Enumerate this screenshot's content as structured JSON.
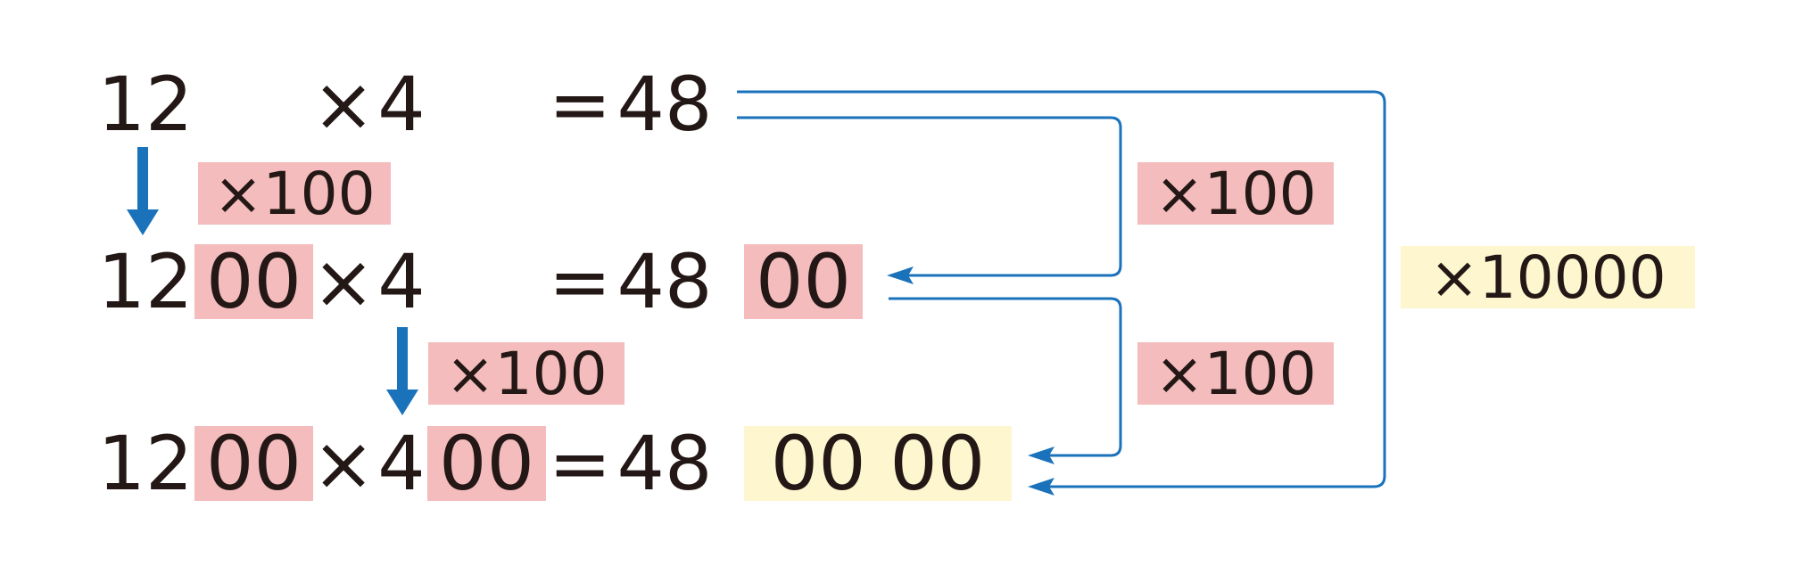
{
  "colors": {
    "arrow": "#1a72bb",
    "pink_highlight": "#f4bcbc",
    "yellow_highlight": "#fdf6cf",
    "text": "#231815"
  },
  "row1": {
    "a": "12",
    "times": "×",
    "b": "4",
    "eq": "=",
    "result": "48"
  },
  "row2": {
    "a": "12",
    "a_zeros": "00",
    "times": "×",
    "b": "4",
    "eq": "=",
    "result": "48",
    "result_zeros": "00"
  },
  "row3": {
    "a": "12",
    "a_zeros": "00",
    "times": "×",
    "b": "4",
    "b_zeros": "00",
    "eq": "=",
    "result": "48",
    "result_zeros": "00 00"
  },
  "badges": {
    "left_top": "×100",
    "left_bottom": "×100",
    "right_top": "×100",
    "right_bottom": "×100",
    "right_total": "×10000"
  }
}
